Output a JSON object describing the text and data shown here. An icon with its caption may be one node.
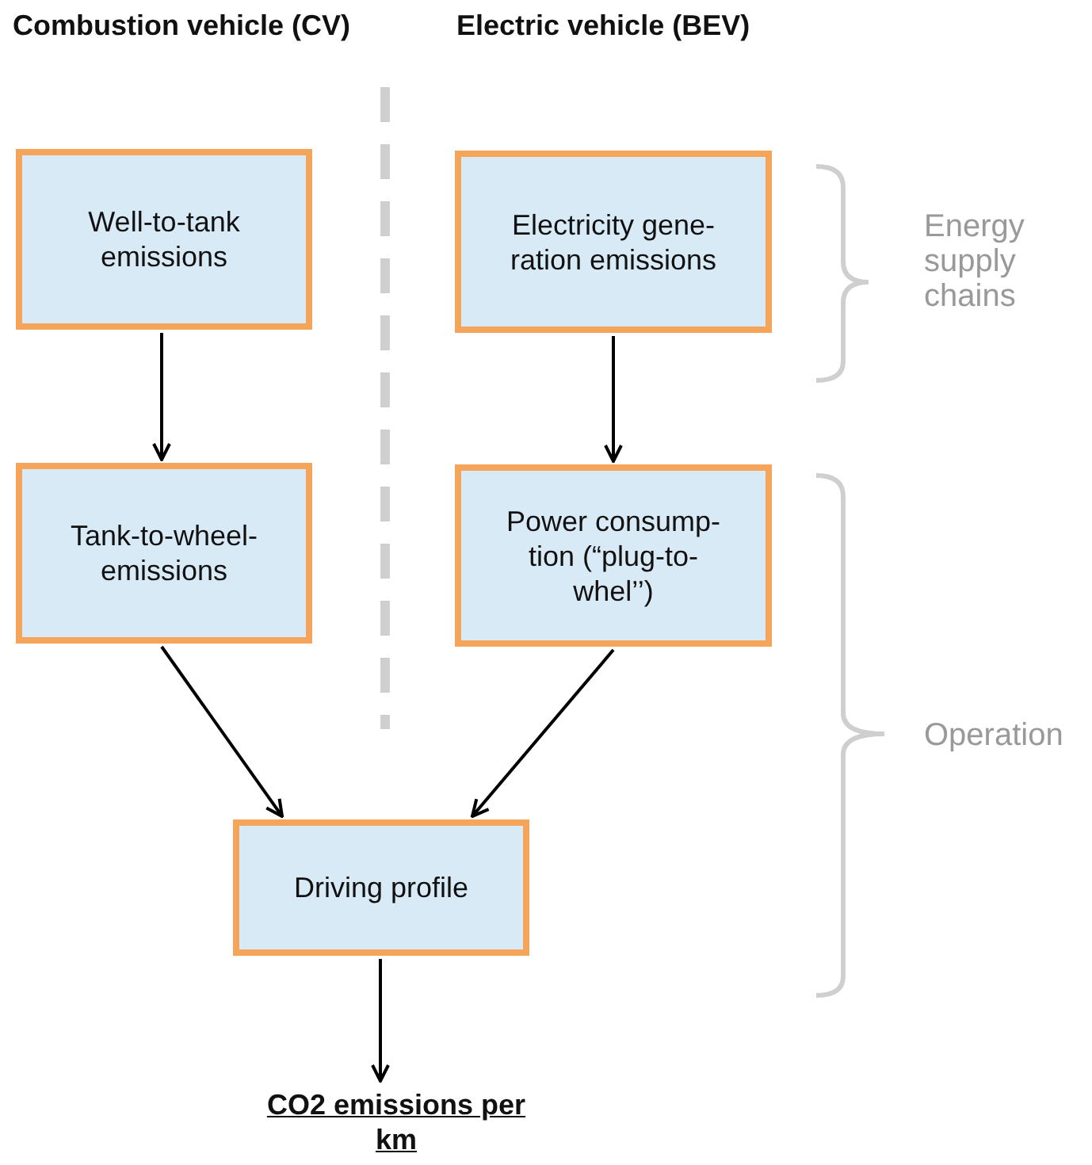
{
  "diagram": {
    "nodes": [
      {
        "text": [
          "Well-to-tank emissions"
        ]
      },
      {
        "text": [
          "Electricity gene- ration emissions"
        ]
      },
      {
        "text": [
          "Tank-to-wheel- emissions"
        ]
      },
      {
        "text": [
          "Power consump- tion (“plug-to- whel’’)"
        ]
      },
      {
        "text": [
          "Driving profile"
        ]
      },
      {
        "text": [
          "CO2 emissions per km"
        ]
      }
    ],
    "edges": [
      {
        "from": 0,
        "to": 2,
        "arrow": "to"
      },
      {
        "from": 1,
        "to": 3,
        "arrow": "to"
      },
      {
        "from": 2,
        "to": 4,
        "arrow": "to"
      },
      {
        "from": 3,
        "to": 4,
        "arrow": "to"
      },
      {
        "from": 4,
        "to": 5,
        "arrow": "to"
      }
    ],
    "labels": [
      "Combustion vehicle (CV)",
      "Electric vehicle (BEV)",
      "Energy supply chains",
      "Operation"
    ]
  }
}
